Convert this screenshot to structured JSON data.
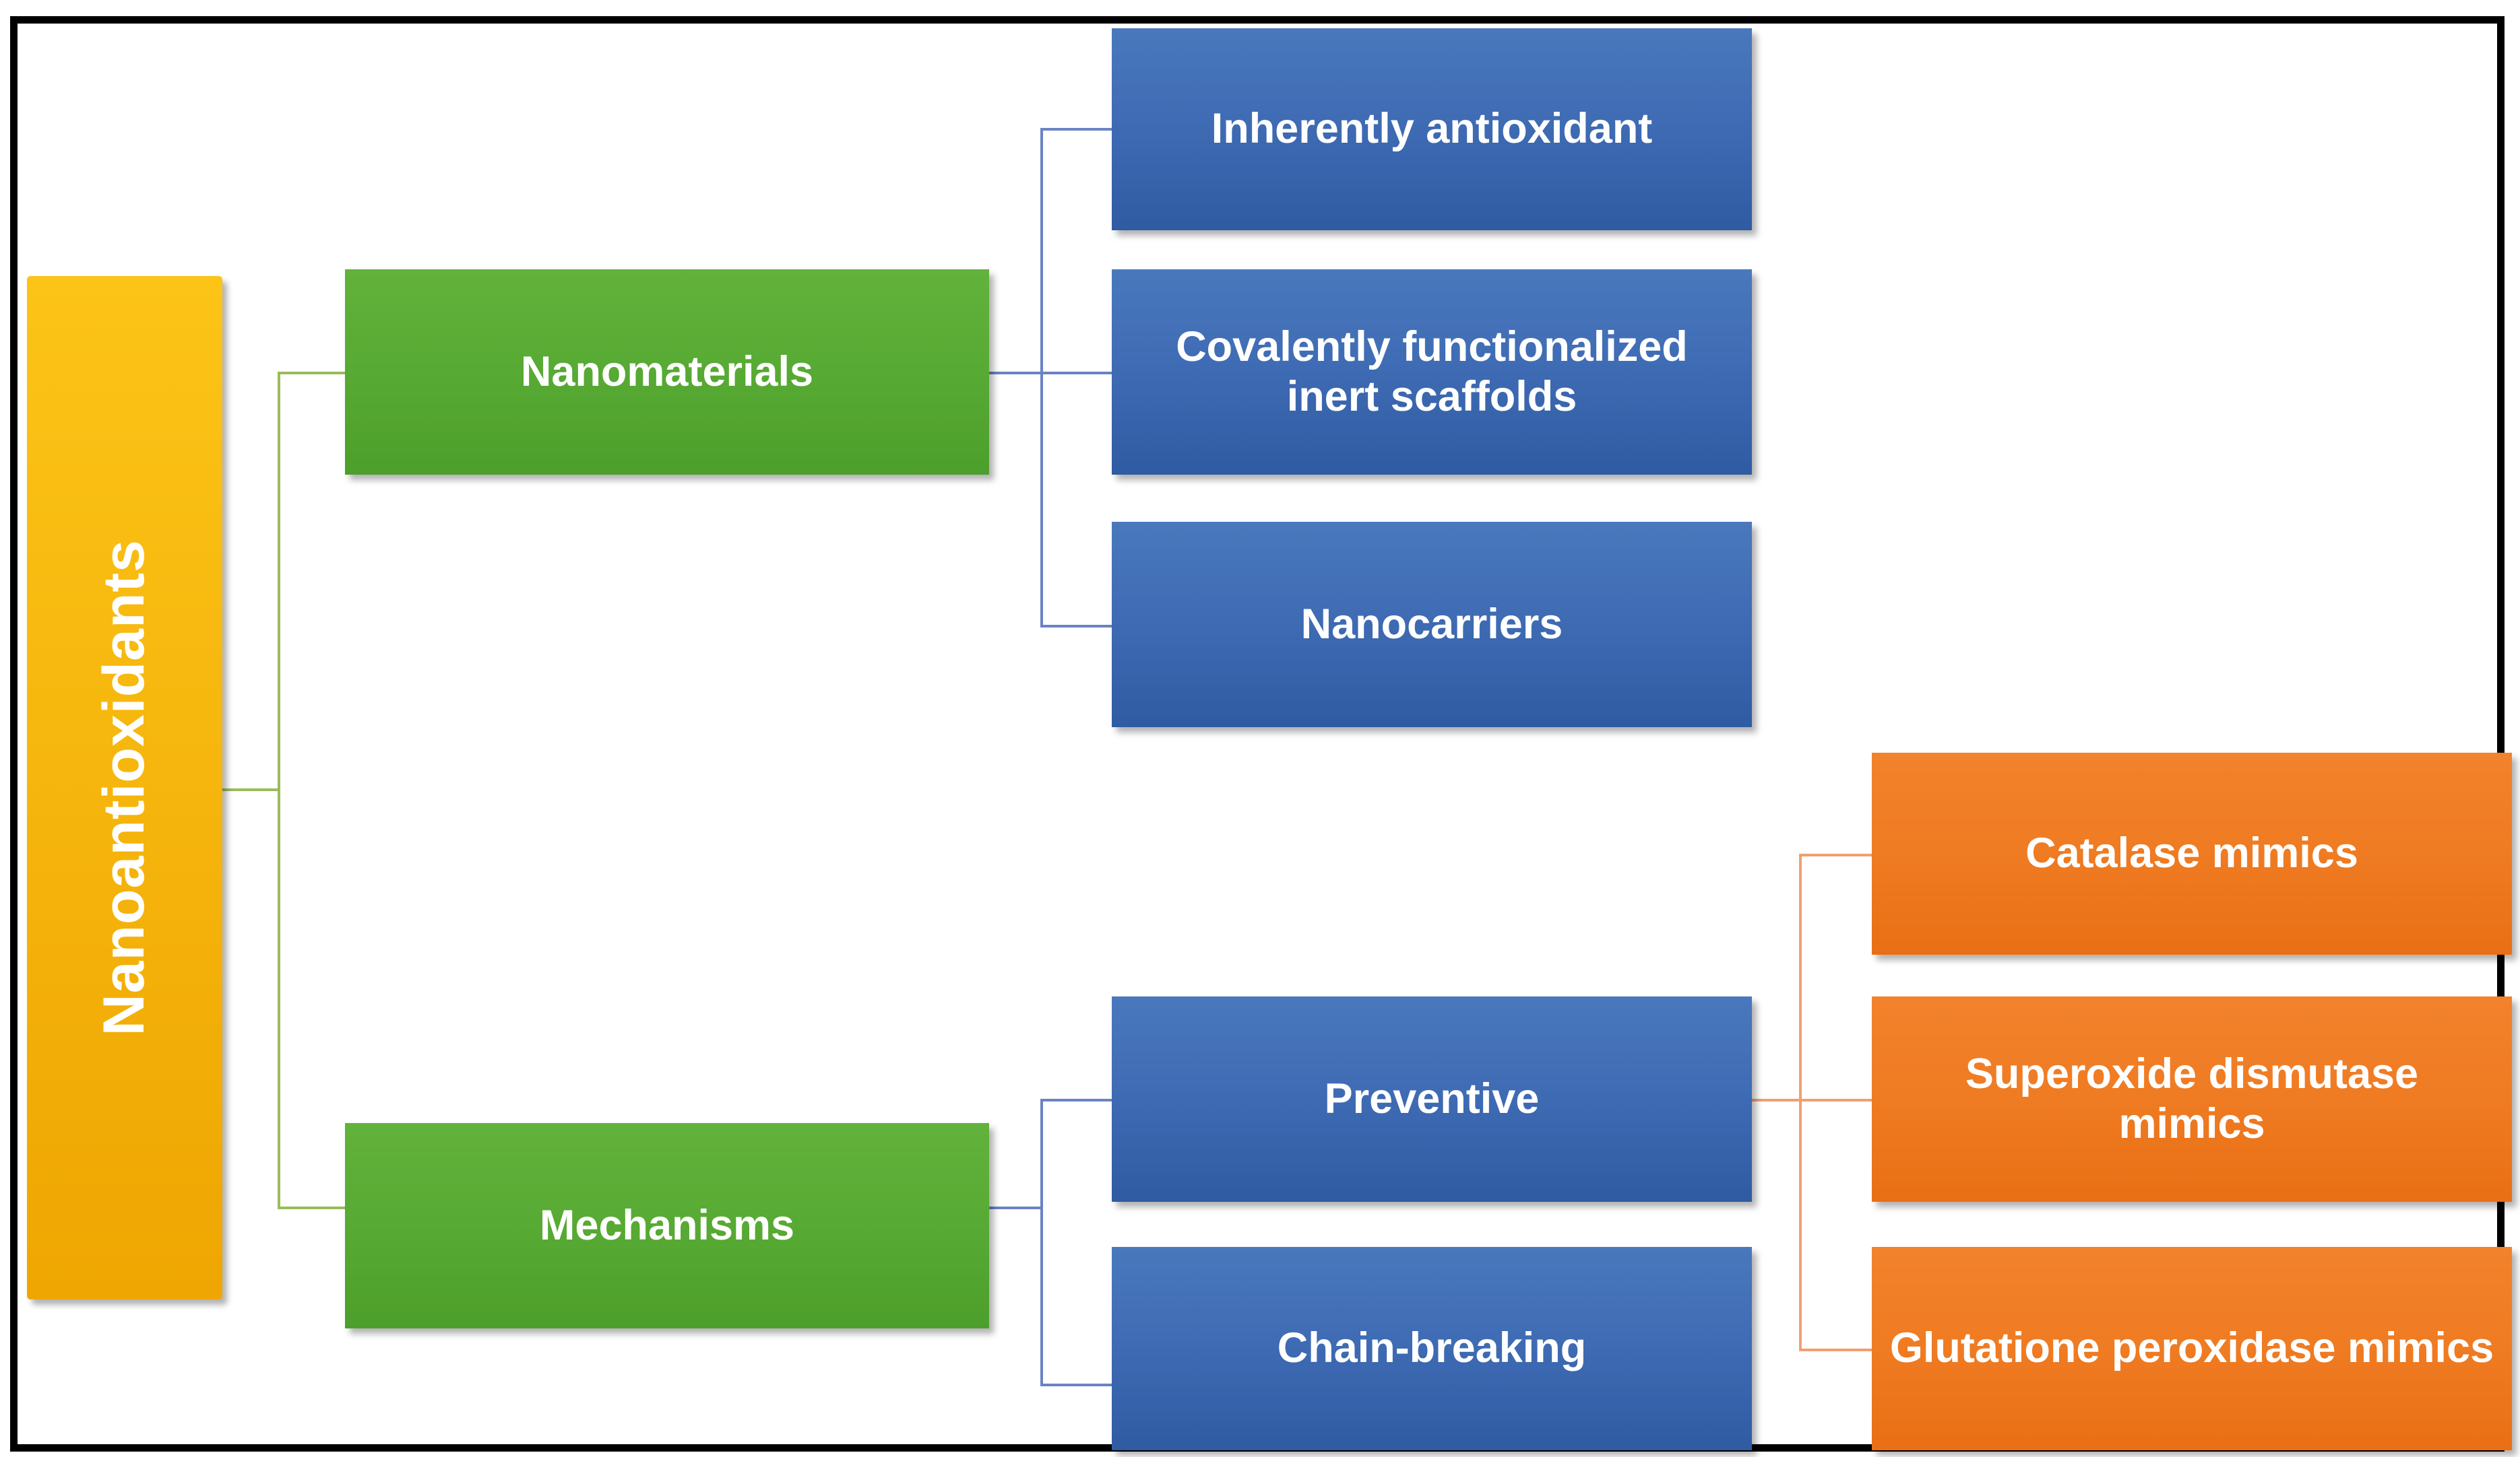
{
  "diagram": {
    "title": "Nanoantioxidants classification chart",
    "root": {
      "label": "Nanoantioxidants",
      "color": "#f6b60d"
    },
    "branches": [
      {
        "label": "Nanomaterials",
        "color": "#57aa33",
        "children": [
          {
            "label": "Inherently antioxidant",
            "color": "#3f6cb4"
          },
          {
            "label": "Covalently functionalized inert scaffolds",
            "color": "#3f6cb4"
          },
          {
            "label": "Nanocarriers",
            "color": "#3f6cb4"
          }
        ]
      },
      {
        "label": "Mechanisms",
        "color": "#57aa33",
        "children": [
          {
            "label": "Preventive",
            "color": "#3f6cb4",
            "children": [
              {
                "label": "Catalase mimics",
                "color": "#ef7b22"
              },
              {
                "label": "Superoxide dismutase mimics",
                "color": "#ef7b22"
              },
              {
                "label": "Glutatione peroxidase mimics",
                "color": "#ef7b22"
              }
            ]
          },
          {
            "label": "Chain-breaking",
            "color": "#3f6cb4"
          }
        ]
      }
    ],
    "connector_colors": {
      "green": "#9bbb59",
      "blue": "#6a83c4",
      "orange": "#f0a070"
    }
  },
  "nodes": {
    "root": "Nanoantioxidants",
    "nanomaterials": "Nanomaterials",
    "mechanisms": "Mechanisms",
    "inherently_antioxidant": "Inherently antioxidant",
    "covalent_scaffolds": "Covalently functionalized inert scaffolds",
    "nanocarriers": "Nanocarriers",
    "preventive": "Preventive",
    "chain_breaking": "Chain-breaking",
    "catalase_mimics": "Catalase mimics",
    "sod_mimics": "Superoxide dismutase mimics",
    "gpx_mimics": "Glutatione peroxidase mimics"
  }
}
